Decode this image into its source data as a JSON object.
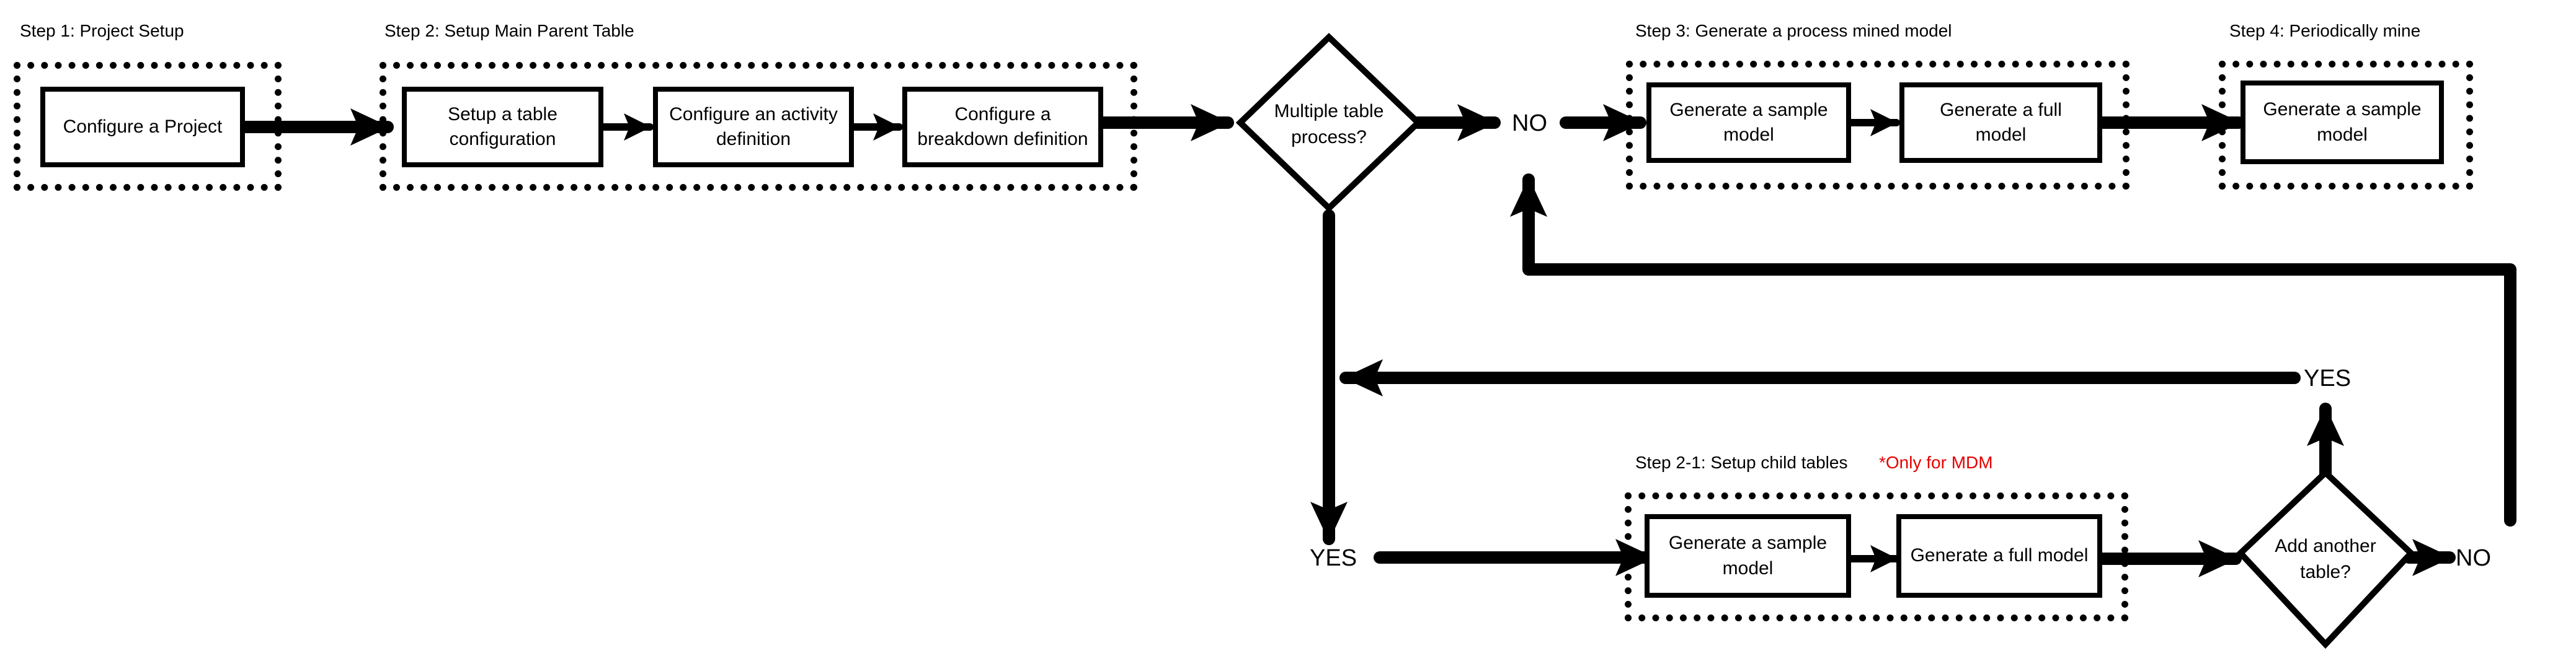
{
  "steps": {
    "step1": "Step 1: Project Setup",
    "step2": "Step 2: Setup Main Parent Table",
    "step3": "Step 3: Generate a process mined model",
    "step4": "Step 4: Periodically mine",
    "step21": "Step 2-1: Setup child tables",
    "mdm_note": "*Only for MDM"
  },
  "boxes": {
    "configure_project": "Configure a Project",
    "table_config": "Setup a table configuration",
    "activity_def": "Configure an activity definition",
    "breakdown_def": "Configure a breakdown definition",
    "s3_sample": "Generate a sample model",
    "s3_full": "Generate a full model",
    "s4_sample": "Generate a sample model",
    "s21_sample": "Generate a sample model",
    "s21_full": "Generate a full model"
  },
  "decisions": {
    "multiple_table": "Multiple table process?",
    "add_another": "Add another table?"
  },
  "branches": {
    "no_top": "NO",
    "yes_left": "YES",
    "yes_loop": "YES",
    "no_right": "NO"
  },
  "colors": {
    "line": "#000000",
    "note": "#e60000",
    "background": "#ffffff"
  }
}
